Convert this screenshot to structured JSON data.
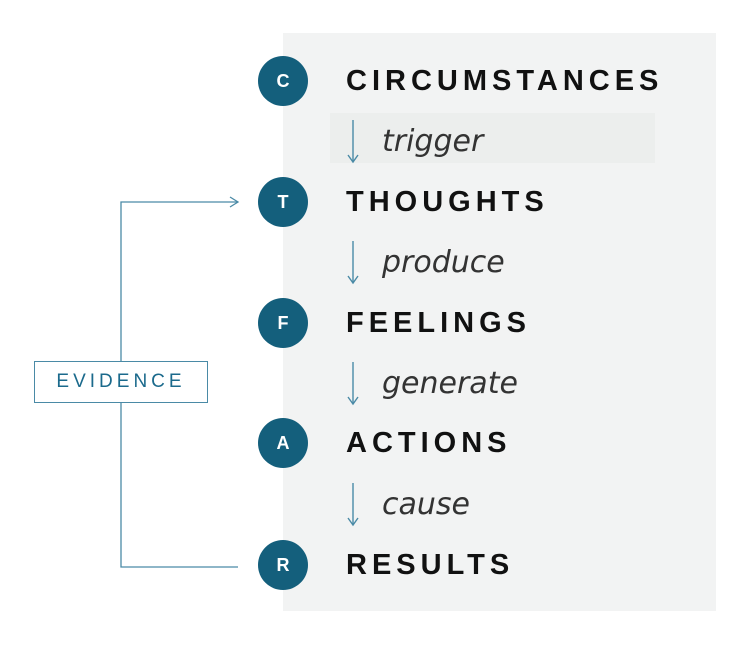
{
  "steps": [
    {
      "letter": "C",
      "label": "CIRCUMSTANCES"
    },
    {
      "letter": "T",
      "label": "THOUGHTS"
    },
    {
      "letter": "F",
      "label": "FEELINGS"
    },
    {
      "letter": "A",
      "label": "ACTIONS"
    },
    {
      "letter": "R",
      "label": "RESULTS"
    }
  ],
  "connectors": [
    "trigger",
    "produce",
    "generate",
    "cause"
  ],
  "evidence_label": "EVIDENCE",
  "colors": {
    "badge": "#145f7c",
    "panel": "#f2f3f3",
    "text": "#111111",
    "line": "#4a8aa6"
  }
}
